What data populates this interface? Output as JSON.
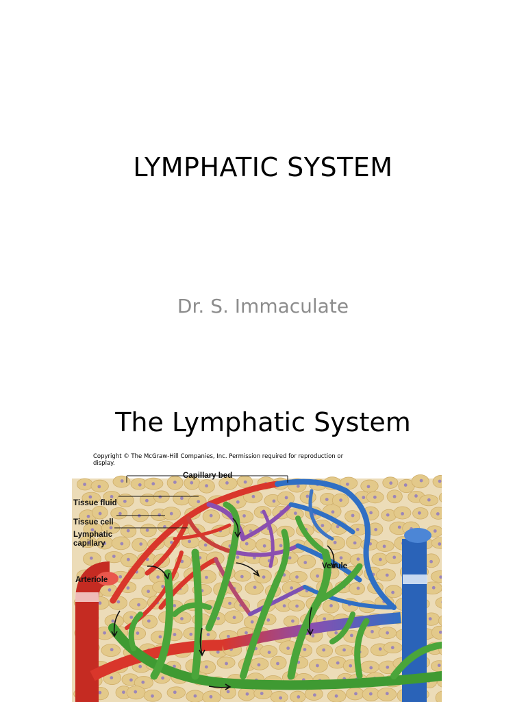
{
  "slide1": {
    "title": "LYMPHATIC SYSTEM",
    "subtitle": "Dr. S. Immaculate"
  },
  "slide2": {
    "title": "The Lymphatic System",
    "copyright": "Copyright © The McGraw-Hill Companies, Inc. Permission required for reproduction or display.",
    "figure": {
      "labels": {
        "capillary_bed": "Capillary bed",
        "tissue_fluid": "Tissue fluid",
        "tissue_cell": "Tissue cell",
        "lymphatic_capillary": "Lymphatic capillary",
        "venule": "Venule",
        "arteriole": "Arteriole"
      },
      "colors": {
        "artery": "#d9362b",
        "vein": "#2f6fc4",
        "capillary_mix": "#8a4fb0",
        "lymphatic": "#4aa53a",
        "tissue_bg": "#ecdcb8",
        "tissue_cell": "#e3c98a",
        "cell_nucleus": "#9c86b8"
      }
    }
  }
}
